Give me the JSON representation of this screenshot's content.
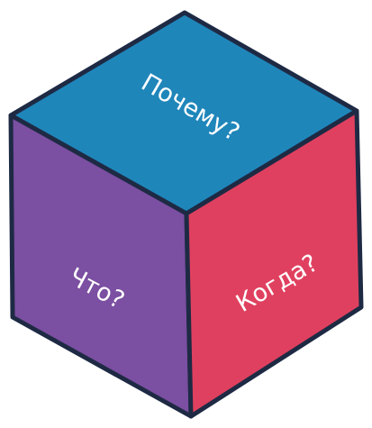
{
  "cube": {
    "top_face": {
      "label": "Почему?",
      "color": "#1f86ba"
    },
    "left_face": {
      "label": "Что?",
      "color": "#7b4fa1"
    },
    "right_face": {
      "label": "Когда?",
      "color": "#e0405f"
    },
    "edge_color": "#1e2a44"
  }
}
